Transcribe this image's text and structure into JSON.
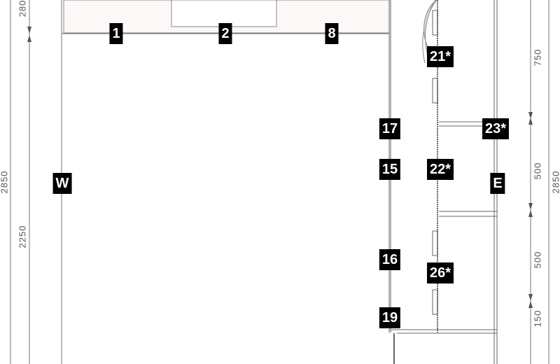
{
  "tags": {
    "t1": "1",
    "t2": "2",
    "t8": "8",
    "t21": "21*",
    "t17": "17",
    "t23": "23*",
    "t15": "15",
    "t22": "22*",
    "tW": "W",
    "tE": "E",
    "t16": "16",
    "t26": "26*",
    "t19": "19"
  },
  "dims": {
    "d280": "280",
    "d2850l": "2850",
    "d2250": "2250",
    "d750": "750",
    "d500a": "500",
    "d2850r": "2850",
    "d500b": "500",
    "d150": "150"
  }
}
